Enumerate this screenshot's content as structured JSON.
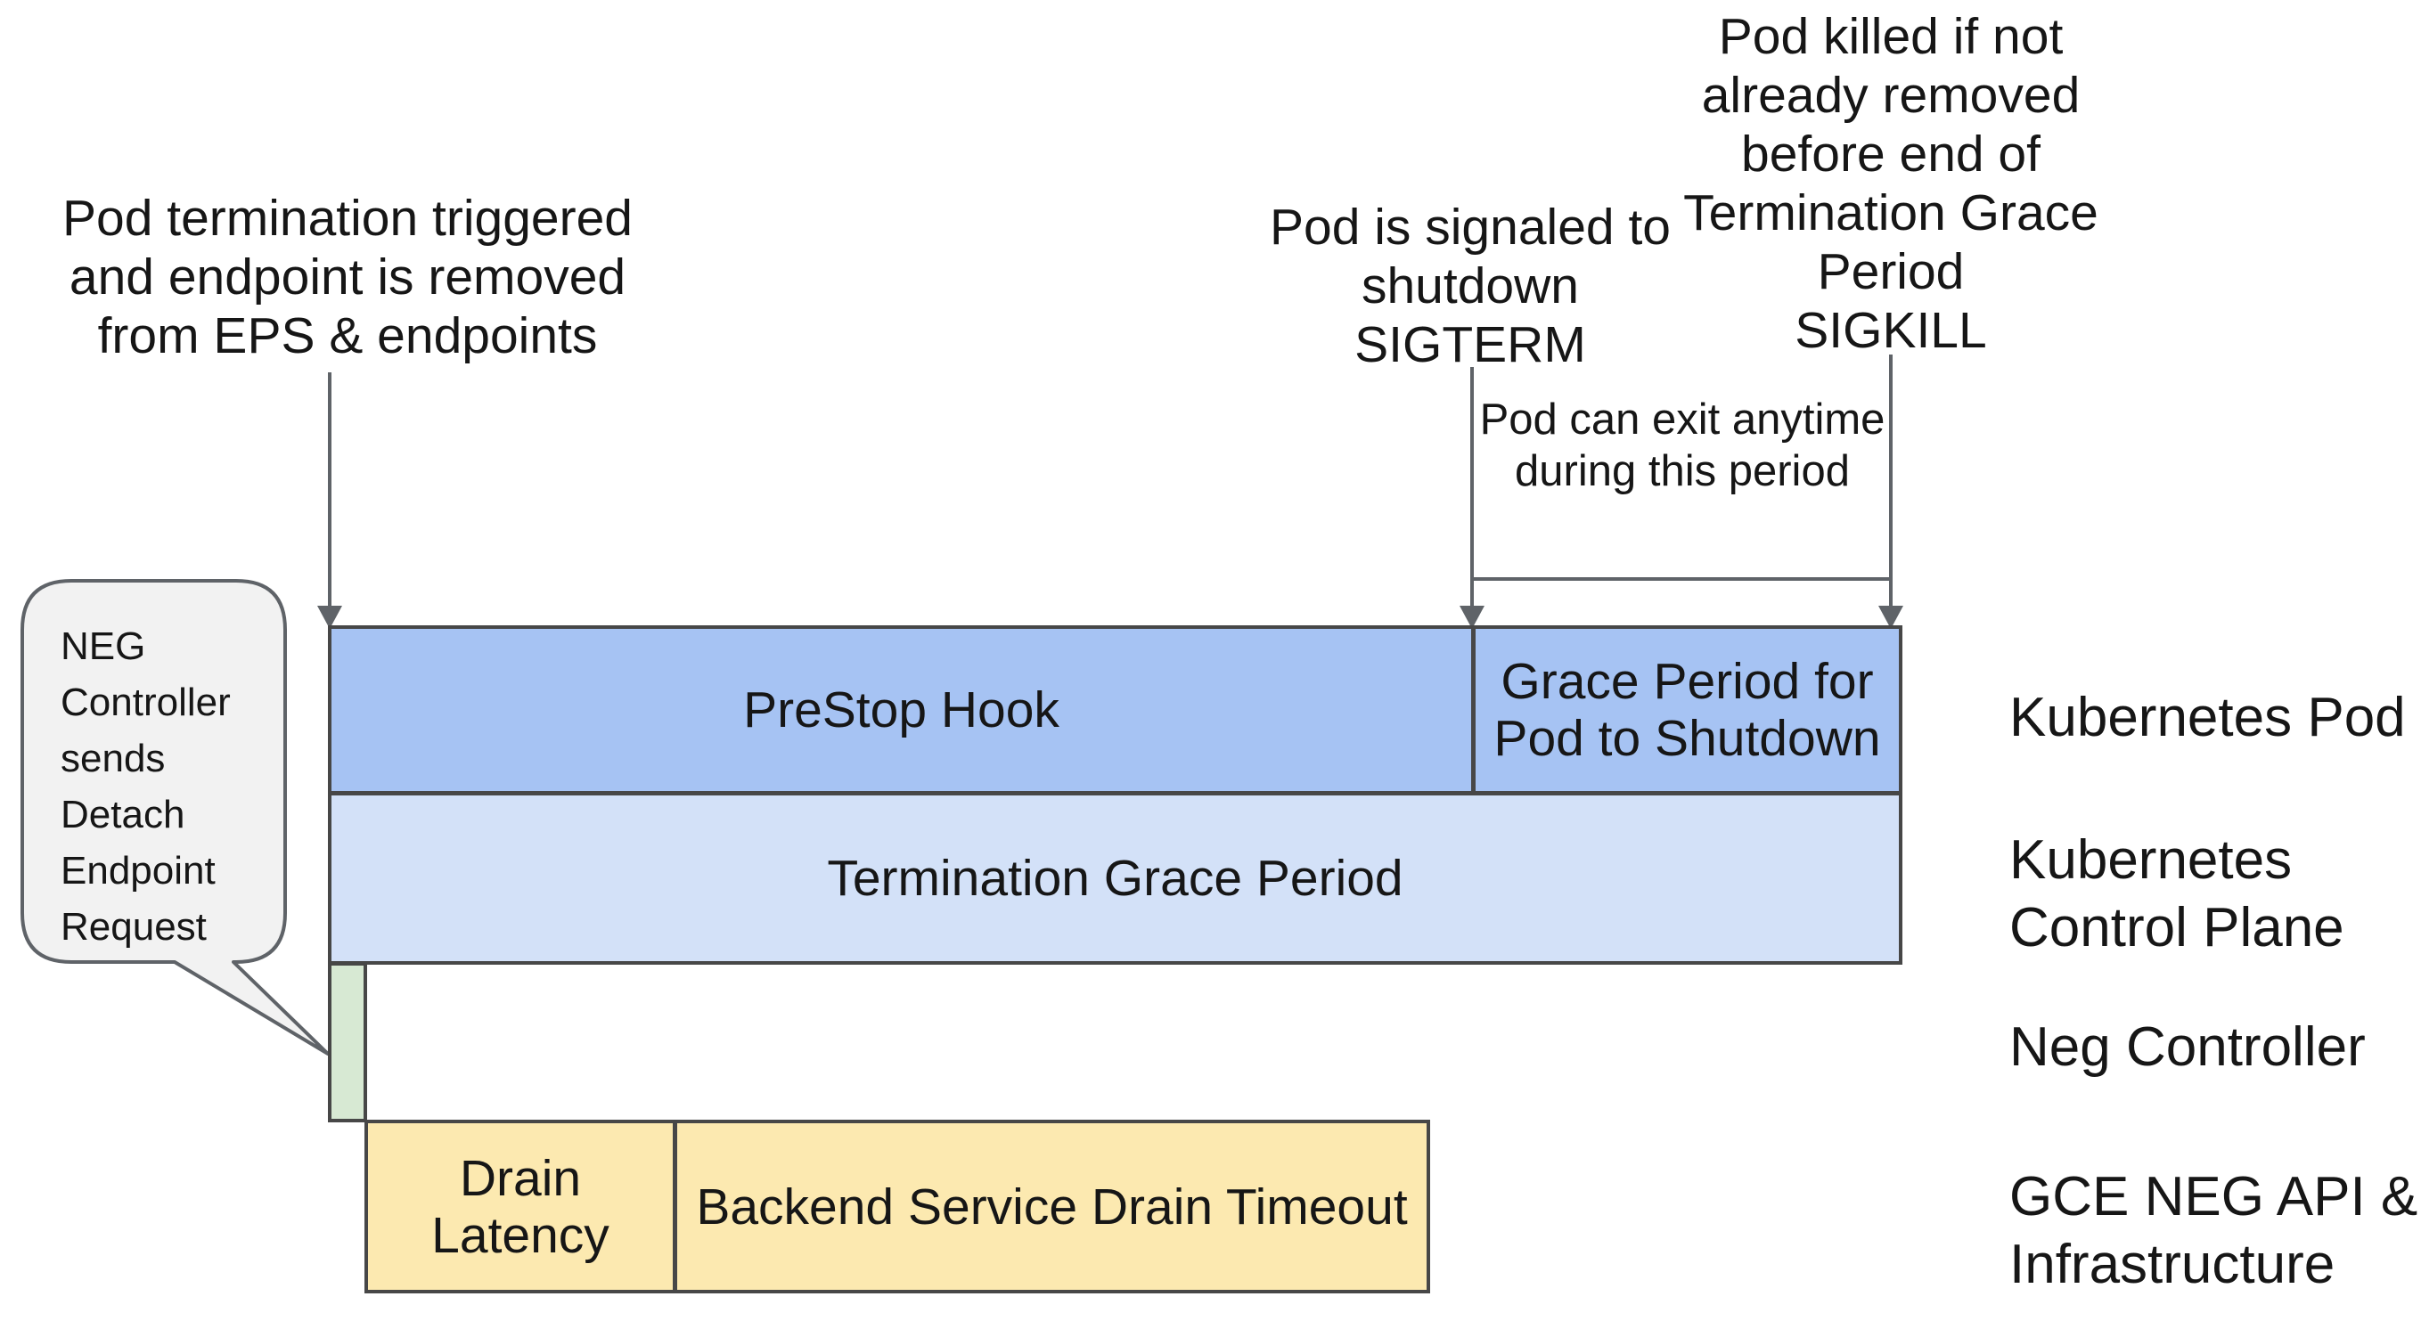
{
  "callouts": {
    "termination_triggered": "Pod termination triggered\nand endpoint is removed\nfrom EPS & endpoints",
    "sigterm": "Pod is signaled to\nshutdown\nSIGTERM",
    "sigkill": "Pod killed if not\nalready removed\nbefore end of\nTermination Grace\nPeriod\nSIGKILL",
    "exit_window": "Pod can exit anytime\nduring this period",
    "neg_bubble": "NEG\nController\nsends\nDetach\nEndpoint\nRequest"
  },
  "bars": {
    "prestop_hook": {
      "label": "PreStop Hook",
      "color": "#a6c3f3"
    },
    "grace_period": {
      "label": "Grace Period for\nPod to Shutdown",
      "color": "#a6c3f3"
    },
    "termination_grace": {
      "label": "Termination Grace Period",
      "color": "#d3e1f8"
    },
    "neg_detach": {
      "label": "",
      "color": "#d7e9d3"
    },
    "drain_latency": {
      "label": "Drain\nLatency",
      "color": "#fce9b0"
    },
    "backend_drain": {
      "label": "Backend Service Drain Timeout",
      "color": "#fce9b0"
    }
  },
  "lanes": {
    "kubernetes_pod": "Kubernetes Pod",
    "kubernetes_control_plane": "Kubernetes\nControl Plane",
    "neg_controller": "Neg Controller",
    "gce_neg_api": "GCE NEG API &\nInfrastructure"
  },
  "colors": {
    "bar_border": "#474747",
    "arrow_line": "#5f6368",
    "bubble_fill": "#f2f2f2",
    "bubble_border": "#5f6368",
    "text": "#161616"
  }
}
